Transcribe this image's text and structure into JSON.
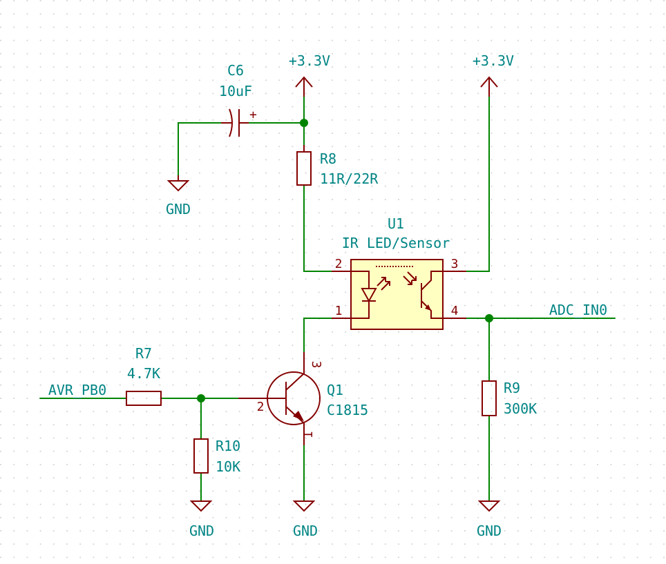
{
  "nets": {
    "vcc_left": "+3.3V",
    "vcc_right": "+3.3V",
    "gnd_c6": "GND",
    "gnd_r10": "GND",
    "gnd_q1": "GND",
    "gnd_r9": "GND",
    "avr_pb0": "AVR_PB0",
    "adc_in0": "ADC_IN0"
  },
  "components": {
    "c6": {
      "ref": "C6",
      "value": "10uF",
      "polarity": "+"
    },
    "r8": {
      "ref": "R8",
      "value": "11R/22R"
    },
    "u1": {
      "ref": "U1",
      "value": "IR LED/Sensor",
      "pins": [
        "1",
        "2",
        "3",
        "4"
      ]
    },
    "r7": {
      "ref": "R7",
      "value": "4.7K"
    },
    "r10": {
      "ref": "R10",
      "value": "10K"
    },
    "q1": {
      "ref": "Q1",
      "value": "C1815",
      "pins": [
        "1",
        "2",
        "3"
      ]
    },
    "r9": {
      "ref": "R9",
      "value": "300K"
    }
  },
  "colors": {
    "wire": "#008400",
    "component": "#840000",
    "body_fill": "#ffffc2",
    "label": "#008484",
    "grid_dot": "#c8c8c8"
  }
}
